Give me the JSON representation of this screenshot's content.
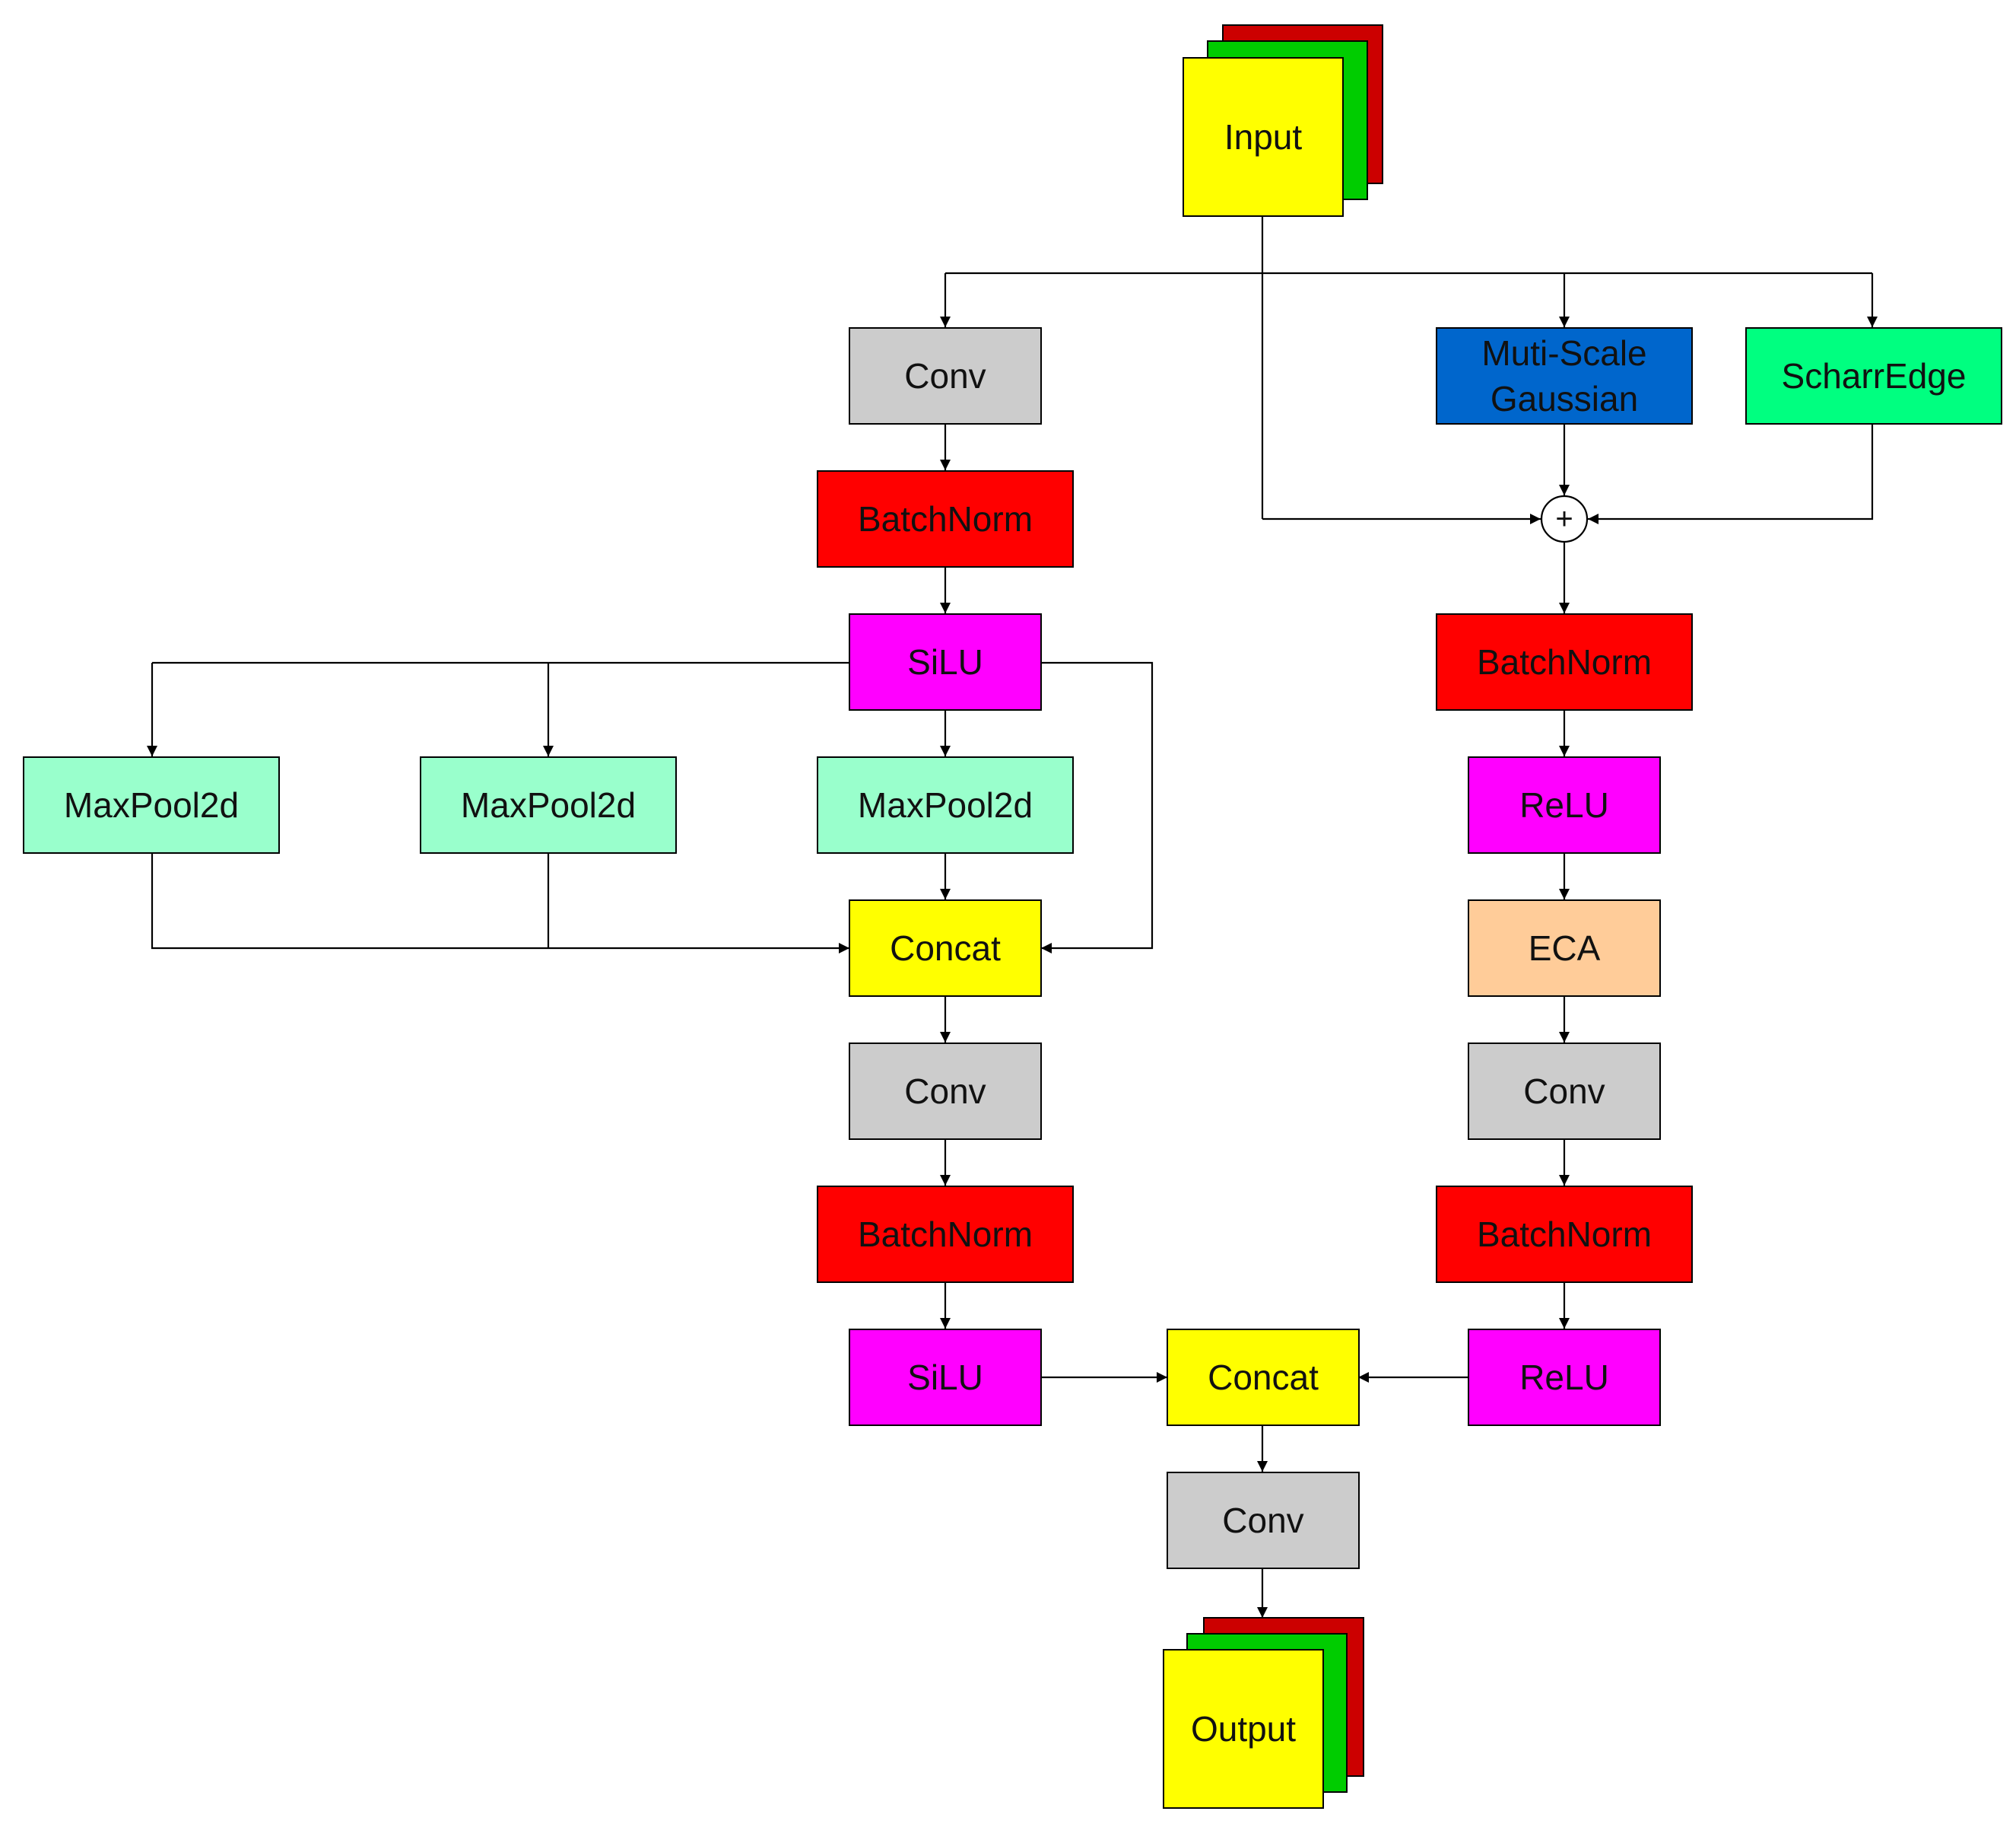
{
  "colors": {
    "input_front": "#FFFF00",
    "input_mid": "#00CC00",
    "input_back": "#CC0000",
    "conv": "#CCCCCC",
    "batchnorm": "#FF0000",
    "activation": "#FF00FF",
    "maxpool": "#99FFCC",
    "concat": "#FFFF00",
    "gaussian": "#0066CC",
    "scharr": "#00FF80",
    "eca": "#FFCC99",
    "line": "#000000"
  },
  "icons": {
    "sum_node": "circled-plus-icon",
    "arrowhead": "arrowhead-icon"
  },
  "sum_symbol": "+",
  "nodes": {
    "input": "Input",
    "conv_1": "Conv",
    "batchnorm_1": "BatchNorm",
    "silu_1": "SiLU",
    "maxpool_1": "MaxPool2d",
    "maxpool_2": "MaxPool2d",
    "maxpool_3": "MaxPool2d",
    "concat_1": "Concat",
    "conv_2": "Conv",
    "batchnorm_2": "BatchNorm",
    "silu_2": "SiLU",
    "gaussian_line1": "Muti-Scale",
    "gaussian_line2": "Gaussian",
    "scharr": "ScharrEdge",
    "batchnorm_3": "BatchNorm",
    "relu_1": "ReLU",
    "eca": "ECA",
    "conv_3": "Conv",
    "batchnorm_4": "BatchNorm",
    "relu_2": "ReLU",
    "concat_2": "Concat",
    "conv_4": "Conv",
    "output": "Output"
  }
}
